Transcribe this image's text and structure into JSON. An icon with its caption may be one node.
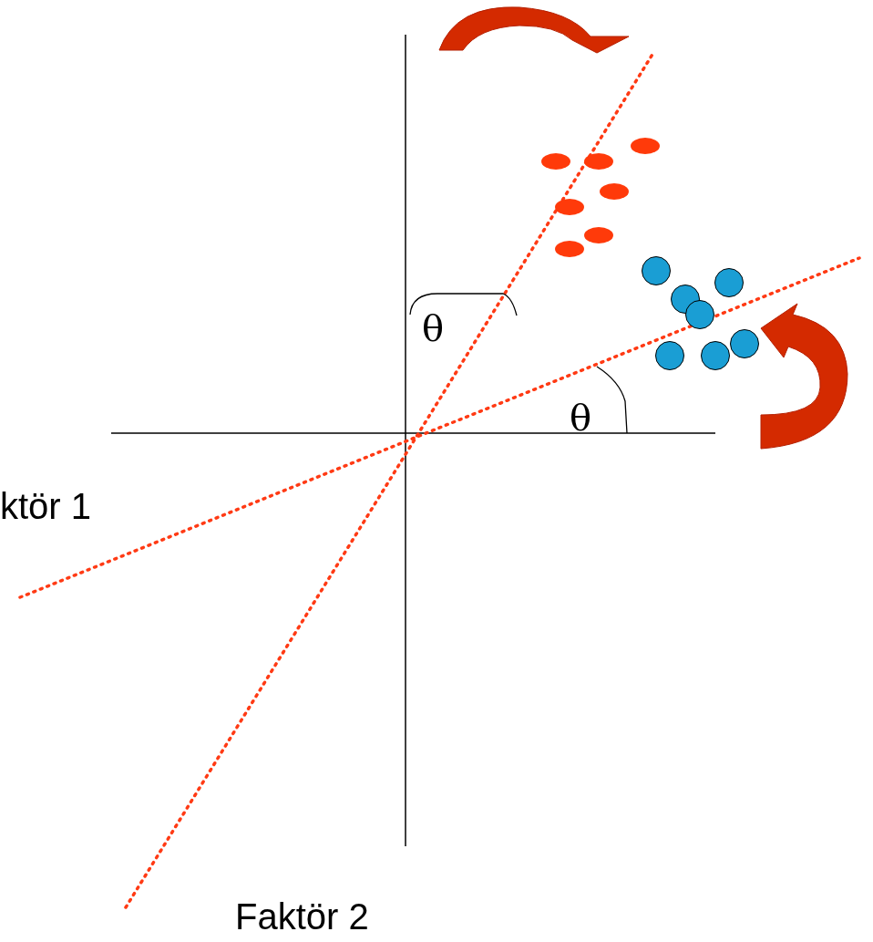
{
  "diagram": {
    "labels": [
      "θ",
      "θ",
      "ktör 1",
      "Faktör 2"
    ]
  }
}
